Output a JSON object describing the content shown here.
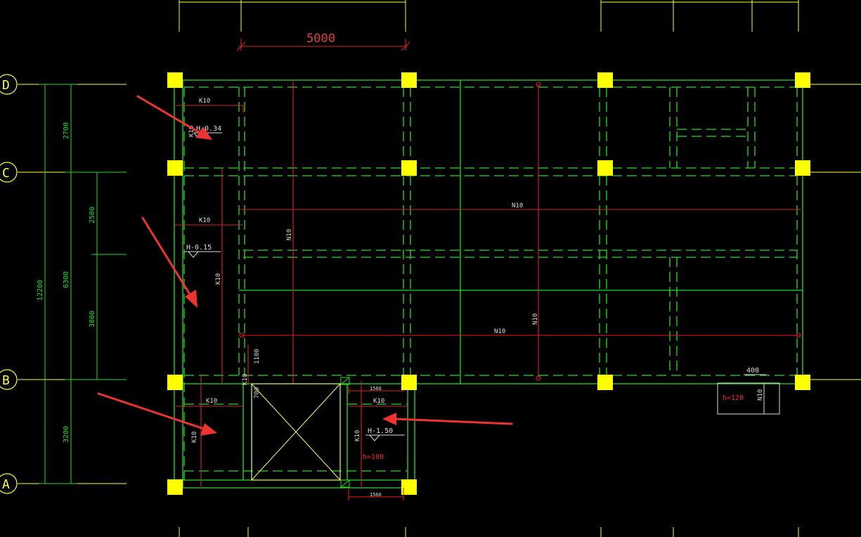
{
  "colors": {
    "background": "#000000",
    "axis": "#ffff33",
    "beam": "#22dd22",
    "rebar": "#e02020",
    "column": "#ffff00",
    "annotation_arrow": "#ee3333",
    "text_white": "#dddddd"
  },
  "axes": {
    "labels": [
      "D",
      "C",
      "B",
      "A"
    ]
  },
  "top_dimension": {
    "value": "5000"
  },
  "left_dimensions": {
    "total": "12200",
    "middle": "6300",
    "d_to_c": "2700",
    "c_upper": "2500",
    "c_lower": "3800",
    "b_to_a": "3200"
  },
  "beam_labels": {
    "k10_a": "K10",
    "k10_b": "K10",
    "k10_c": "K10",
    "k10_d": "K10",
    "k10_e": "K10",
    "k10_f": "K10",
    "k10_g": "K10",
    "k10_h": "K10",
    "k10_i": "K10",
    "n10_a": "N10",
    "n10_b": "N10",
    "n10_c": "N10",
    "n10_d": "N10",
    "n10_e": "N10"
  },
  "elevations": {
    "h1": "H-0.34",
    "h2": "H-0.15",
    "h3": "H-1.50"
  },
  "misc_dimensions": {
    "d1100": "1100",
    "d700": "700",
    "d1560_top": "1560",
    "d1560_bottom": "1560",
    "d400": "400"
  },
  "thickness": {
    "h120": "h=120",
    "h100": "h=100"
  }
}
